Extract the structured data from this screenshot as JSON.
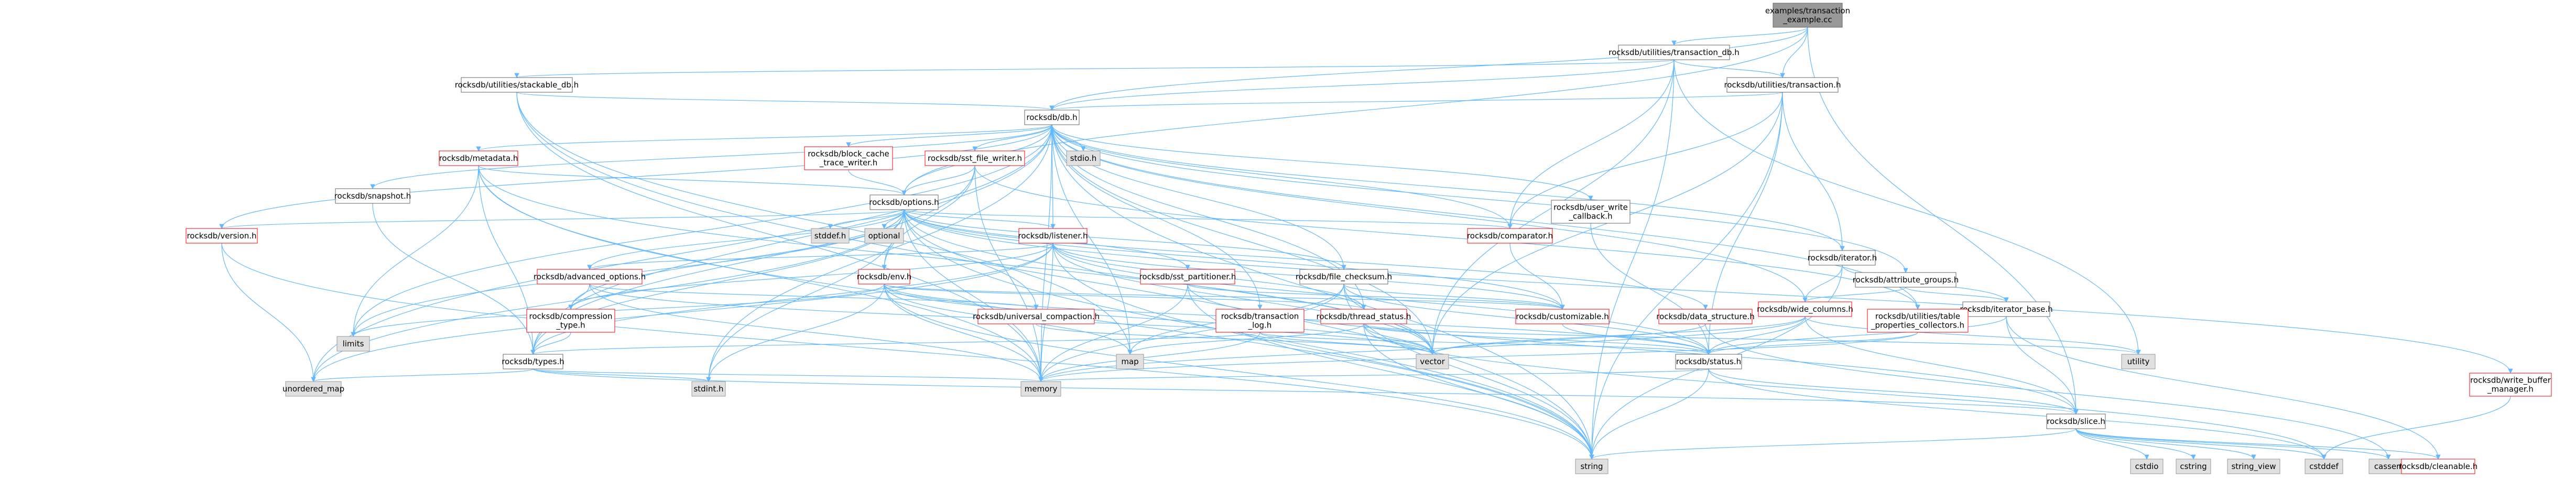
{
  "nodes": [
    {
      "id": "root",
      "label": [
        "examples/transaction",
        "_example.cc"
      ],
      "style": "root"
    },
    {
      "id": "txn_db",
      "label": [
        "rocksdb/utilities/transaction_db.h"
      ],
      "style": "normal"
    },
    {
      "id": "stackable",
      "label": [
        "rocksdb/utilities/stackable_db.h"
      ],
      "style": "normal"
    },
    {
      "id": "txn",
      "label": [
        "rocksdb/utilities/transaction.h"
      ],
      "style": "normal"
    },
    {
      "id": "db",
      "label": [
        "rocksdb/db.h"
      ],
      "style": "normal"
    },
    {
      "id": "metadata",
      "label": [
        "rocksdb/metadata.h"
      ],
      "style": "red"
    },
    {
      "id": "bc_trace",
      "label": [
        "rocksdb/block_cache",
        "_trace_writer.h"
      ],
      "style": "red"
    },
    {
      "id": "sst_file_writer",
      "label": [
        "rocksdb/sst_file_writer.h"
      ],
      "style": "red"
    },
    {
      "id": "stdio",
      "label": [
        "stdio.h"
      ],
      "style": "grey"
    },
    {
      "id": "snapshot",
      "label": [
        "rocksdb/snapshot.h"
      ],
      "style": "normal"
    },
    {
      "id": "options",
      "label": [
        "rocksdb/options.h"
      ],
      "style": "normal"
    },
    {
      "id": "user_write_cb",
      "label": [
        "rocksdb/user_write",
        "_callback.h"
      ],
      "style": "normal"
    },
    {
      "id": "version",
      "label": [
        "rocksdb/version.h"
      ],
      "style": "red"
    },
    {
      "id": "stddef",
      "label": [
        "stddef.h"
      ],
      "style": "grey"
    },
    {
      "id": "optional",
      "label": [
        "optional"
      ],
      "style": "grey"
    },
    {
      "id": "listener",
      "label": [
        "rocksdb/listener.h"
      ],
      "style": "red"
    },
    {
      "id": "comparator",
      "label": [
        "rocksdb/comparator.h"
      ],
      "style": "red"
    },
    {
      "id": "iterator",
      "label": [
        "rocksdb/iterator.h"
      ],
      "style": "normal"
    },
    {
      "id": "attr_groups",
      "label": [
        "rocksdb/attribute_groups.h"
      ],
      "style": "normal"
    },
    {
      "id": "adv_options",
      "label": [
        "rocksdb/advanced_options.h"
      ],
      "style": "red"
    },
    {
      "id": "env",
      "label": [
        "rocksdb/env.h"
      ],
      "style": "red"
    },
    {
      "id": "sst_partitioner",
      "label": [
        "rocksdb/sst_partitioner.h"
      ],
      "style": "red"
    },
    {
      "id": "file_checksum",
      "label": [
        "rocksdb/file_checksum.h"
      ],
      "style": "normal"
    },
    {
      "id": "iterator_base",
      "label": [
        "rocksdb/iterator_base.h"
      ],
      "style": "normal"
    },
    {
      "id": "wide_columns",
      "label": [
        "rocksdb/wide_columns.h"
      ],
      "style": "red"
    },
    {
      "id": "compression_type",
      "label": [
        "rocksdb/compression",
        "_type.h"
      ],
      "style": "red"
    },
    {
      "id": "universal_compaction",
      "label": [
        "rocksdb/universal_compaction.h"
      ],
      "style": "red"
    },
    {
      "id": "txn_log",
      "label": [
        "rocksdb/transaction",
        "_log.h"
      ],
      "style": "red"
    },
    {
      "id": "thread_status",
      "label": [
        "rocksdb/thread_status.h"
      ],
      "style": "red"
    },
    {
      "id": "customizable",
      "label": [
        "rocksdb/customizable.h"
      ],
      "style": "red"
    },
    {
      "id": "data_structure",
      "label": [
        "rocksdb/data_structure.h"
      ],
      "style": "red"
    },
    {
      "id": "table_props",
      "label": [
        "rocksdb/utilities/table",
        "_properties_collectors.h"
      ],
      "style": "red"
    },
    {
      "id": "write_buffer",
      "label": [
        "rocksdb/write_buffer",
        "_manager.h"
      ],
      "style": "red"
    },
    {
      "id": "limits",
      "label": [
        "limits"
      ],
      "style": "grey"
    },
    {
      "id": "types",
      "label": [
        "rocksdb/types.h"
      ],
      "style": "normal"
    },
    {
      "id": "map",
      "label": [
        "map"
      ],
      "style": "grey"
    },
    {
      "id": "vector",
      "label": [
        "vector"
      ],
      "style": "grey"
    },
    {
      "id": "status",
      "label": [
        "rocksdb/status.h"
      ],
      "style": "normal"
    },
    {
      "id": "utility",
      "label": [
        "utility"
      ],
      "style": "grey"
    },
    {
      "id": "unordered_map",
      "label": [
        "unordered_map"
      ],
      "style": "grey"
    },
    {
      "id": "stdint",
      "label": [
        "stdint.h"
      ],
      "style": "grey"
    },
    {
      "id": "memory",
      "label": [
        "memory"
      ],
      "style": "grey"
    },
    {
      "id": "slice",
      "label": [
        "rocksdb/slice.h"
      ],
      "style": "normal"
    },
    {
      "id": "string",
      "label": [
        "string"
      ],
      "style": "grey"
    },
    {
      "id": "cstddef",
      "label": [
        "cstddef"
      ],
      "style": "grey"
    },
    {
      "id": "cassert",
      "label": [
        "cassert"
      ],
      "style": "grey"
    },
    {
      "id": "cstdio",
      "label": [
        "cstdio"
      ],
      "style": "grey"
    },
    {
      "id": "cstring",
      "label": [
        "cstring"
      ],
      "style": "grey"
    },
    {
      "id": "string_view",
      "label": [
        "string_view"
      ],
      "style": "grey"
    },
    {
      "id": "cleanable",
      "label": [
        "rocksdb/cleanable.h"
      ],
      "style": "red"
    }
  ],
  "edges": [
    [
      "root",
      "txn_db"
    ],
    [
      "root",
      "txn"
    ],
    [
      "root",
      "db"
    ],
    [
      "root",
      "options"
    ],
    [
      "root",
      "slice"
    ],
    [
      "txn_db",
      "stackable"
    ],
    [
      "txn_db",
      "txn"
    ],
    [
      "txn_db",
      "db"
    ],
    [
      "txn_db",
      "comparator"
    ],
    [
      "txn_db",
      "string"
    ],
    [
      "txn_db",
      "vector"
    ],
    [
      "txn_db",
      "utility"
    ],
    [
      "stackable",
      "db"
    ],
    [
      "stackable",
      "map"
    ],
    [
      "stackable",
      "memory"
    ],
    [
      "stackable",
      "string"
    ],
    [
      "txn",
      "db"
    ],
    [
      "txn",
      "comparator"
    ],
    [
      "txn",
      "iterator"
    ],
    [
      "txn",
      "status"
    ],
    [
      "txn",
      "string"
    ],
    [
      "txn",
      "vector"
    ],
    [
      "db",
      "metadata"
    ],
    [
      "db",
      "bc_trace"
    ],
    [
      "db",
      "sst_file_writer"
    ],
    [
      "db",
      "stdio"
    ],
    [
      "db",
      "snapshot"
    ],
    [
      "db",
      "options"
    ],
    [
      "db",
      "user_write_cb"
    ],
    [
      "db",
      "version"
    ],
    [
      "db",
      "listener"
    ],
    [
      "db",
      "comparator"
    ],
    [
      "db",
      "iterator"
    ],
    [
      "db",
      "attr_groups"
    ],
    [
      "db",
      "file_checksum"
    ],
    [
      "db",
      "thread_status"
    ],
    [
      "db",
      "txn_log"
    ],
    [
      "db",
      "types"
    ],
    [
      "db",
      "table_props"
    ],
    [
      "db",
      "wide_columns"
    ],
    [
      "db",
      "map"
    ],
    [
      "db",
      "vector"
    ],
    [
      "db",
      "memory"
    ],
    [
      "db",
      "string"
    ],
    [
      "db",
      "unordered_map"
    ],
    [
      "db",
      "stdint"
    ],
    [
      "db",
      "limits"
    ],
    [
      "metadata",
      "options"
    ],
    [
      "metadata",
      "types"
    ],
    [
      "metadata",
      "limits"
    ],
    [
      "metadata",
      "string"
    ],
    [
      "metadata",
      "vector"
    ],
    [
      "metadata",
      "memory"
    ],
    [
      "bc_trace",
      "options"
    ],
    [
      "sst_file_writer",
      "options"
    ],
    [
      "sst_file_writer",
      "env"
    ],
    [
      "sst_file_writer",
      "types"
    ],
    [
      "sst_file_writer",
      "table_props"
    ],
    [
      "sst_file_writer",
      "memory"
    ],
    [
      "snapshot",
      "types"
    ],
    [
      "options",
      "stddef"
    ],
    [
      "options",
      "optional"
    ],
    [
      "options",
      "version"
    ],
    [
      "options",
      "listener"
    ],
    [
      "options",
      "comparator"
    ],
    [
      "options",
      "adv_options"
    ],
    [
      "options",
      "env"
    ],
    [
      "options",
      "sst_partitioner"
    ],
    [
      "options",
      "file_checksum"
    ],
    [
      "options",
      "compression_type"
    ],
    [
      "options",
      "universal_compaction"
    ],
    [
      "options",
      "customizable"
    ],
    [
      "options",
      "data_structure"
    ],
    [
      "options",
      "types"
    ],
    [
      "options",
      "write_buffer"
    ],
    [
      "options",
      "limits"
    ],
    [
      "options",
      "memory"
    ],
    [
      "options",
      "string"
    ],
    [
      "options",
      "vector"
    ],
    [
      "options",
      "unordered_map"
    ],
    [
      "options",
      "stdint"
    ],
    [
      "user_write_cb",
      "status"
    ],
    [
      "version",
      "string"
    ],
    [
      "version",
      "unordered_map"
    ],
    [
      "listener",
      "adv_options"
    ],
    [
      "listener",
      "compression_type"
    ],
    [
      "listener",
      "customizable"
    ],
    [
      "listener",
      "status"
    ],
    [
      "listener",
      "thread_status"
    ],
    [
      "listener",
      "types"
    ],
    [
      "listener",
      "memory"
    ],
    [
      "listener",
      "string"
    ],
    [
      "listener",
      "vector"
    ],
    [
      "listener",
      "unordered_map"
    ],
    [
      "comparator",
      "customizable"
    ],
    [
      "iterator",
      "iterator_base"
    ],
    [
      "iterator",
      "wide_columns"
    ],
    [
      "iterator",
      "string"
    ],
    [
      "attr_groups",
      "wide_columns"
    ],
    [
      "attr_groups",
      "iterator_base"
    ],
    [
      "iterator_base",
      "cleanable"
    ],
    [
      "iterator_base",
      "slice"
    ],
    [
      "iterator_base",
      "status"
    ],
    [
      "adv_options",
      "compression_type"
    ],
    [
      "adv_options",
      "universal_compaction"
    ],
    [
      "adv_options",
      "memory"
    ],
    [
      "adv_options",
      "vector"
    ],
    [
      "env",
      "customizable"
    ],
    [
      "env",
      "thread_status"
    ],
    [
      "env",
      "status"
    ],
    [
      "env",
      "memory"
    ],
    [
      "env",
      "string"
    ],
    [
      "env",
      "vector"
    ],
    [
      "env",
      "stdint"
    ],
    [
      "env",
      "map"
    ],
    [
      "env",
      "limits"
    ],
    [
      "env",
      "functional"
    ],
    [
      "sst_partitioner",
      "customizable"
    ],
    [
      "sst_partitioner",
      "slice"
    ],
    [
      "sst_partitioner",
      "memory"
    ],
    [
      "sst_partitioner",
      "string"
    ],
    [
      "file_checksum",
      "customizable"
    ],
    [
      "file_checksum",
      "status"
    ],
    [
      "file_checksum",
      "map"
    ],
    [
      "file_checksum",
      "memory"
    ],
    [
      "file_checksum",
      "string"
    ],
    [
      "file_checksum",
      "vector"
    ],
    [
      "wide_columns",
      "status"
    ],
    [
      "wide_columns",
      "slice"
    ],
    [
      "wide_columns",
      "utility"
    ],
    [
      "wide_columns",
      "vector"
    ],
    [
      "wide_columns",
      "memory"
    ],
    [
      "compression_type",
      "types"
    ],
    [
      "universal_compaction",
      "vector"
    ],
    [
      "txn_log",
      "status"
    ],
    [
      "txn_log",
      "types"
    ],
    [
      "txn_log",
      "vector"
    ],
    [
      "txn_log",
      "memory"
    ],
    [
      "thread_status",
      "status"
    ],
    [
      "thread_status",
      "cstddef"
    ],
    [
      "thread_status",
      "map"
    ],
    [
      "thread_status",
      "string"
    ],
    [
      "thread_status",
      "vector"
    ],
    [
      "thread_status",
      "utility"
    ],
    [
      "customizable",
      "status"
    ],
    [
      "data_structure",
      "cassert"
    ],
    [
      "data_structure",
      "vector"
    ],
    [
      "table_props",
      "status"
    ],
    [
      "table_props",
      "memory"
    ],
    [
      "write_buffer",
      "cstddef"
    ],
    [
      "types",
      "slice"
    ],
    [
      "types",
      "stdint"
    ],
    [
      "types",
      "memory"
    ],
    [
      "types",
      "unordered_map"
    ],
    [
      "status",
      "slice"
    ],
    [
      "status",
      "memory"
    ],
    [
      "status",
      "string"
    ],
    [
      "status",
      "cstddef"
    ],
    [
      "slice",
      "cassert"
    ],
    [
      "slice",
      "cstddef"
    ],
    [
      "slice",
      "cstdio"
    ],
    [
      "slice",
      "cstring"
    ],
    [
      "slice",
      "string"
    ],
    [
      "slice",
      "string_view"
    ],
    [
      "slice",
      "cleanable"
    ]
  ]
}
